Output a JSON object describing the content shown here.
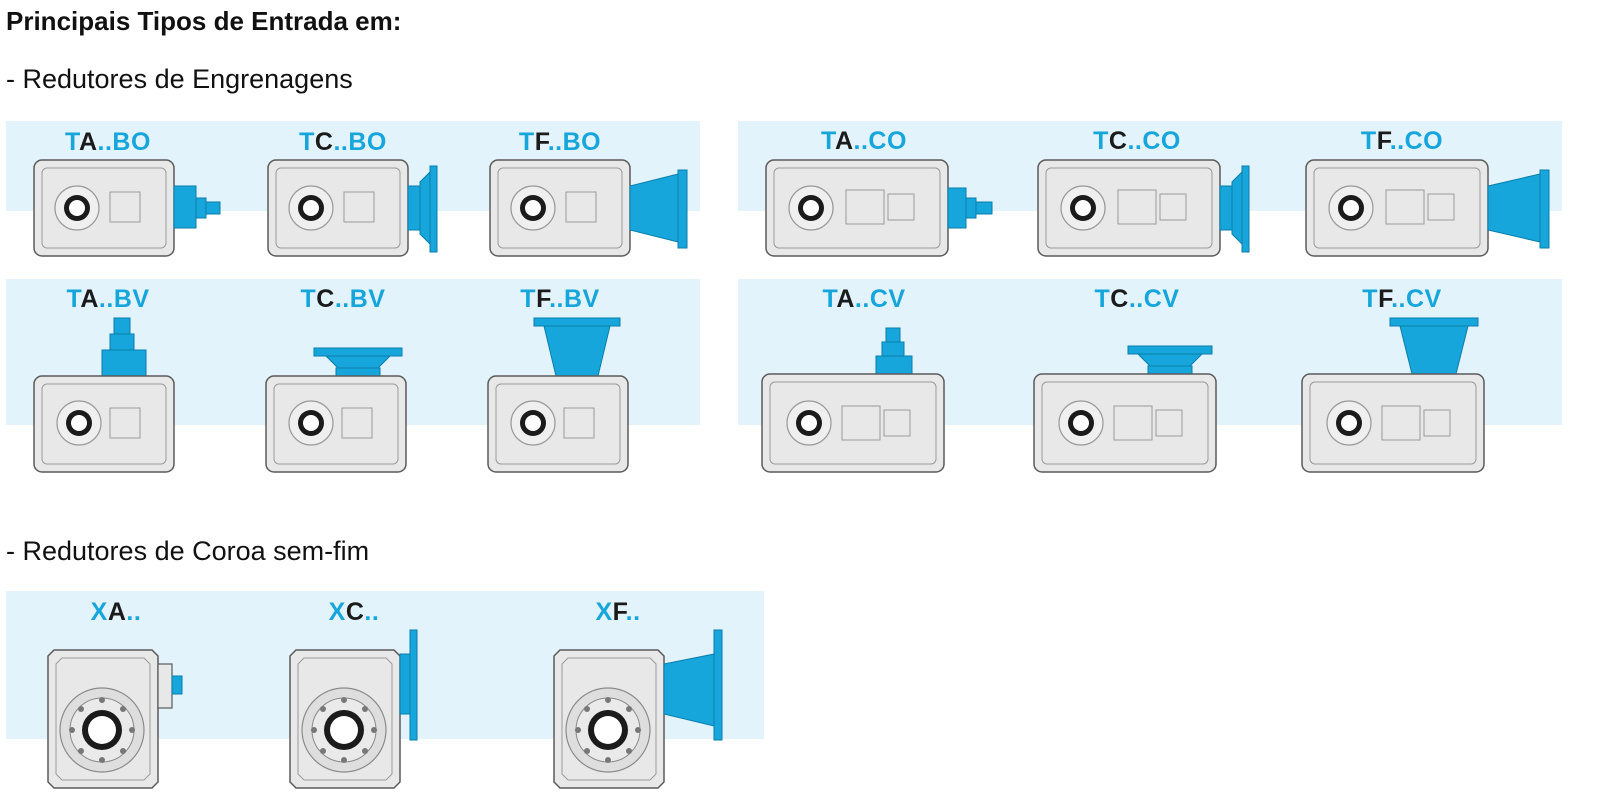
{
  "page": {
    "title": "Principais Tipos de Entrada em:",
    "sections": {
      "gear": "- Redutores de Engrenagens",
      "worm": "- Redutores de Coroa sem-fim"
    }
  },
  "colors": {
    "accent": "#16a6dc",
    "band": "#e3f3fc",
    "housing": "#e8e8e8",
    "outline": "#5a5a5a"
  },
  "gear_units": {
    "row1": [
      {
        "label": {
          "a": "T",
          "b": "A",
          "c": "..BO"
        },
        "input": "shaft",
        "orientation": "horizontal",
        "stages": "two"
      },
      {
        "label": {
          "a": "T",
          "b": "C",
          "c": "..BO"
        },
        "input": "flange",
        "orientation": "horizontal",
        "stages": "two"
      },
      {
        "label": {
          "a": "T",
          "b": "F",
          "c": "..BO"
        },
        "input": "lantern",
        "orientation": "horizontal",
        "stages": "two"
      },
      {
        "label": {
          "a": "T",
          "b": "A",
          "c": "..CO"
        },
        "input": "shaft",
        "orientation": "horizontal",
        "stages": "three"
      },
      {
        "label": {
          "a": "T",
          "b": "C",
          "c": "..CO"
        },
        "input": "flange",
        "orientation": "horizontal",
        "stages": "three"
      },
      {
        "label": {
          "a": "T",
          "b": "F",
          "c": "..CO"
        },
        "input": "lantern",
        "orientation": "horizontal",
        "stages": "three"
      }
    ],
    "row2": [
      {
        "label": {
          "a": "T",
          "b": "A",
          "c": "..BV"
        },
        "input": "shaft",
        "orientation": "vertical",
        "stages": "two"
      },
      {
        "label": {
          "a": "T",
          "b": "C",
          "c": "..BV"
        },
        "input": "flange",
        "orientation": "vertical",
        "stages": "two"
      },
      {
        "label": {
          "a": "T",
          "b": "F",
          "c": "..BV"
        },
        "input": "lantern",
        "orientation": "vertical",
        "stages": "two"
      },
      {
        "label": {
          "a": "T",
          "b": "A",
          "c": "..CV"
        },
        "input": "shaft",
        "orientation": "vertical",
        "stages": "three"
      },
      {
        "label": {
          "a": "T",
          "b": "C",
          "c": "..CV"
        },
        "input": "flange",
        "orientation": "vertical",
        "stages": "three"
      },
      {
        "label": {
          "a": "T",
          "b": "F",
          "c": "..CV"
        },
        "input": "lantern",
        "orientation": "vertical",
        "stages": "three"
      }
    ]
  },
  "worm_units": [
    {
      "label": {
        "a": "X",
        "b": "A",
        "c": ".."
      },
      "input": "shaft"
    },
    {
      "label": {
        "a": "X",
        "b": "C",
        "c": ".."
      },
      "input": "flange"
    },
    {
      "label": {
        "a": "X",
        "b": "F",
        "c": ".."
      },
      "input": "lantern"
    }
  ]
}
